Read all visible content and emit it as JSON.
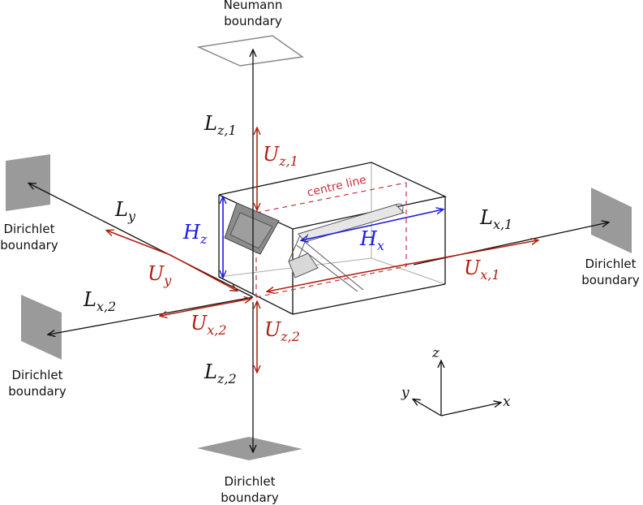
{
  "boundaries": {
    "top": [
      "Neumann",
      "boundary"
    ],
    "left_upper": [
      "Dirichlet",
      "boundary"
    ],
    "left_lower": [
      "Dirichlet",
      "boundary"
    ],
    "right": [
      "Dirichlet",
      "boundary"
    ],
    "bottom": [
      "Dirichlet",
      "boundary"
    ]
  },
  "lengths": {
    "Lz1": {
      "base": "L",
      "sub": "z,1"
    },
    "Lz2": {
      "base": "L",
      "sub": "z,2"
    },
    "Ly": {
      "base": "L",
      "sub": "y"
    },
    "Lx1": {
      "base": "L",
      "sub": "x,1"
    },
    "Lx2": {
      "base": "L",
      "sub": "x,2"
    }
  },
  "offsets": {
    "Uz1": {
      "base": "U",
      "sub": "z,1"
    },
    "Uz2": {
      "base": "U",
      "sub": "z,2"
    },
    "Uy": {
      "base": "U",
      "sub": "y"
    },
    "Ux1": {
      "base": "U",
      "sub": "x,1"
    },
    "Ux2": {
      "base": "U",
      "sub": "x,2"
    }
  },
  "heights": {
    "Hz": {
      "base": "H",
      "sub": "z"
    },
    "Hx": {
      "base": "H",
      "sub": "x"
    }
  },
  "centre_line": "centre line",
  "axes": {
    "x": "x",
    "y": "y",
    "z": "z"
  },
  "colors": {
    "red": "#b01c0c",
    "blue": "#1a1ae6",
    "plane_grey": "#9a9a9a",
    "centre_pink": "#c8323c"
  }
}
